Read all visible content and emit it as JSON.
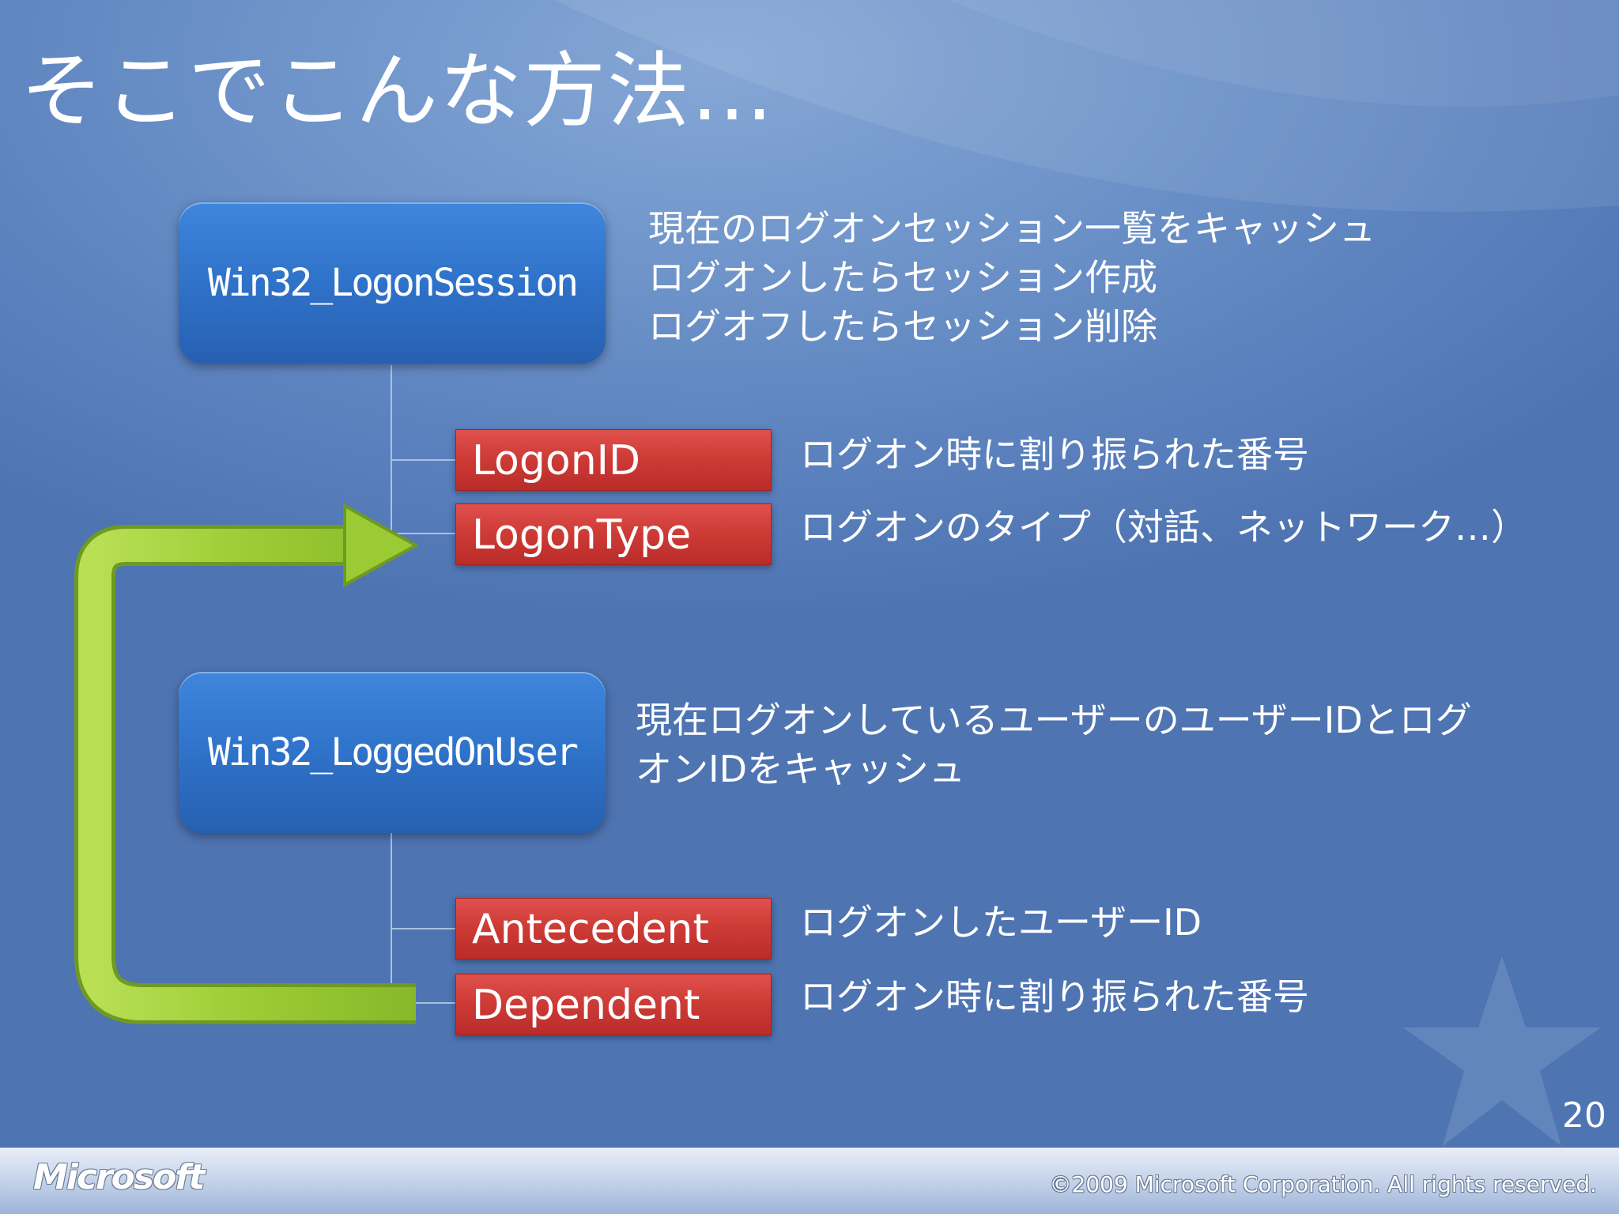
{
  "title": "そこでこんな方法…",
  "classes": [
    {
      "name": "Win32_LogonSession",
      "description": [
        "現在のログオンセッション一覧をキャッシュ",
        "ログオンしたらセッション作成",
        "ログオフしたらセッション削除"
      ],
      "properties": [
        {
          "name": "LogonID",
          "description": "ログオン時に割り振られた番号"
        },
        {
          "name": "LogonType",
          "description": "ログオンのタイプ（対話、ネットワーク…）"
        }
      ]
    },
    {
      "name": "Win32_LoggedOnUser",
      "description": [
        "現在ログオンしているユーザーのユーザーIDとログ",
        "オンIDをキャッシュ"
      ],
      "properties": [
        {
          "name": "Antecedent",
          "description": "ログオンしたユーザーID"
        },
        {
          "name": "Dependent",
          "description": "ログオン時に割り振られた番号"
        }
      ]
    }
  ],
  "page_number": "20",
  "footer": {
    "logo": "Microsoft",
    "copyright": "©2009 Microsoft Corporation. All rights reserved."
  },
  "colors": {
    "class_box": "#2f72c9",
    "property_box": "#cd3a36",
    "arrow": "#9fcd3a"
  }
}
